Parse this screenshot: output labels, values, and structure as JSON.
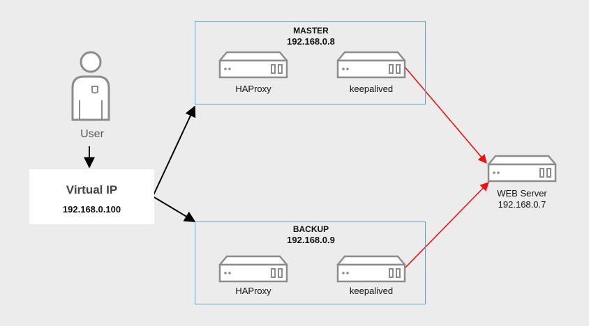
{
  "user": {
    "label": "User",
    "icon": "person-icon"
  },
  "virtual_ip": {
    "title": "Virtual IP",
    "address": "192.168.0.100"
  },
  "master": {
    "role": "MASTER",
    "address": "192.168.0.8",
    "servers": [
      {
        "label": "HAProxy",
        "icon": "server-icon"
      },
      {
        "label": "keepalived",
        "icon": "server-icon"
      }
    ]
  },
  "backup": {
    "role": "BACKUP",
    "address": "192.168.0.9",
    "servers": [
      {
        "label": "HAProxy",
        "icon": "server-icon"
      },
      {
        "label": "keepalived",
        "icon": "server-icon"
      }
    ]
  },
  "web_server": {
    "label": "WEB Server",
    "address": "192.168.0.7",
    "icon": "server-icon"
  },
  "colors": {
    "background": "#ececec",
    "group_border": "#5aa6c2",
    "icon_stroke": "#8c8c8c",
    "flow_arrow": "#000000",
    "health_arrow": "#ee1111",
    "user_label": "#555555"
  }
}
